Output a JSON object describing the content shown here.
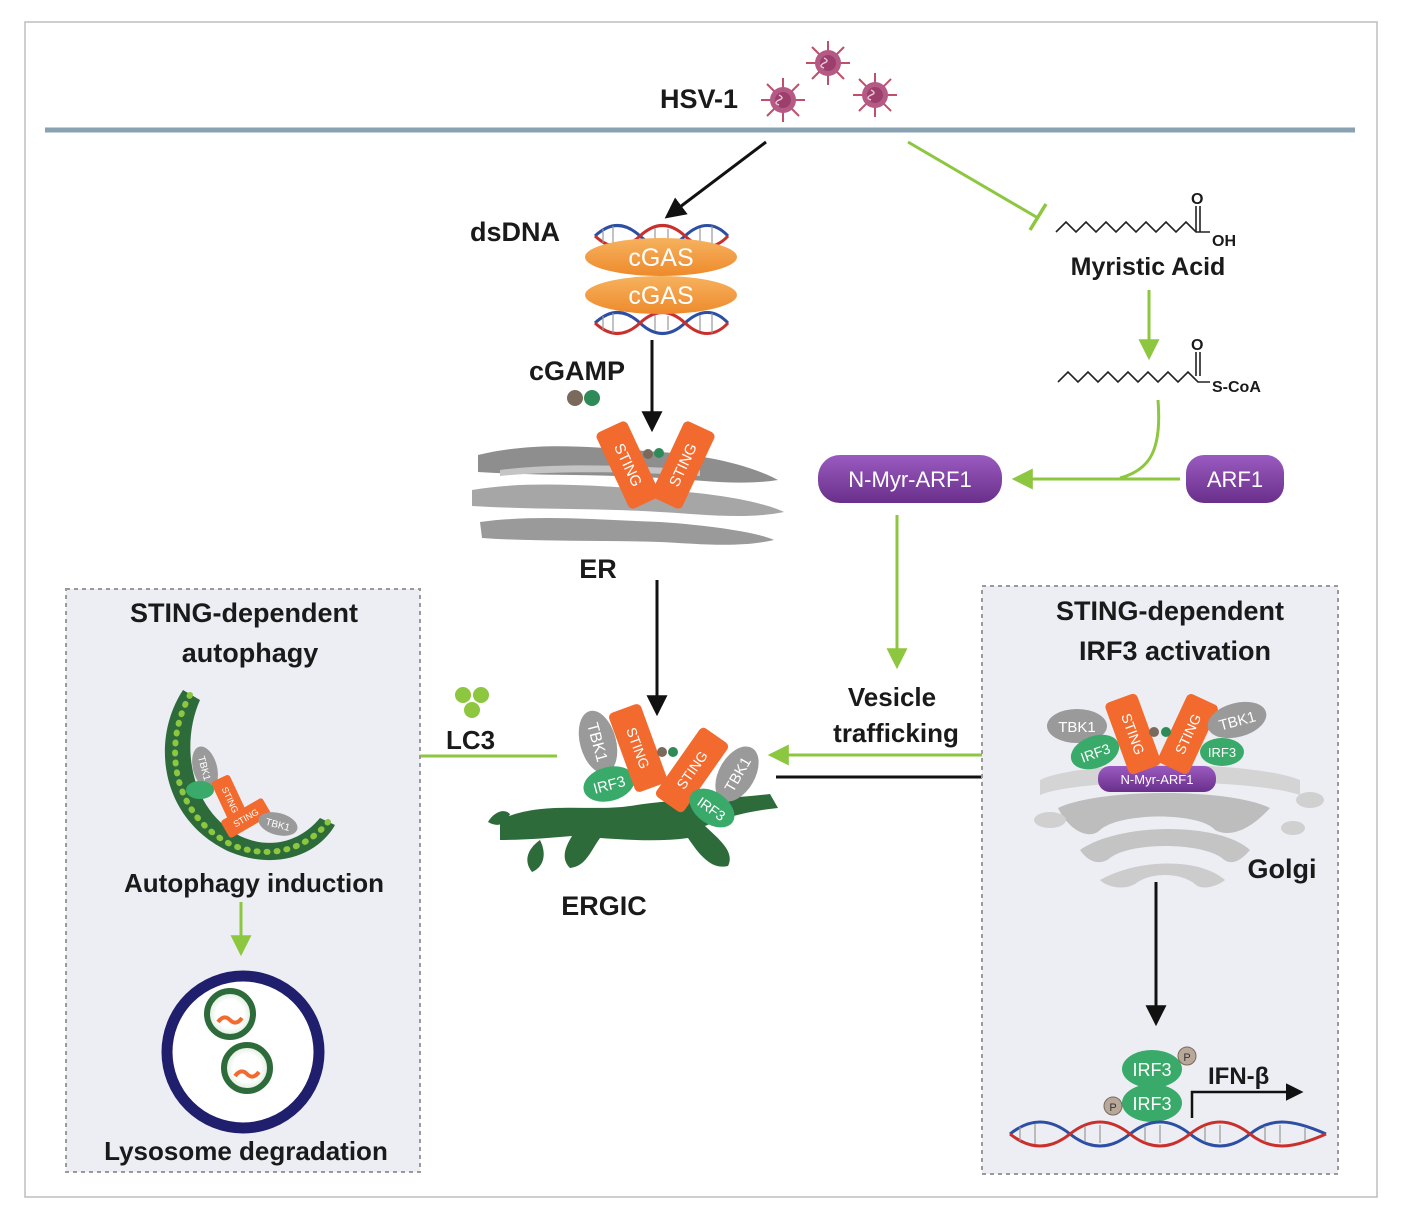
{
  "virus": {
    "label": "HSV-1"
  },
  "cgas_pathway": {
    "dsdna_label": "dsDNA",
    "cgas_top": "cGAS",
    "cgas_bottom": "cGAS",
    "cgamp_label": "cGAMP",
    "sting_label": "STING",
    "er_label": "ER",
    "ergic_label": "ERGIC"
  },
  "myristic": {
    "acid_label": "Myristic Acid",
    "oh_label": "OH",
    "o_label": "O",
    "scoa_label": "S-CoA",
    "o2_label": "O"
  },
  "arf": {
    "nmyr_label": "N-Myr-ARF1",
    "arf1_label": "ARF1",
    "vesicle_line1": "Vesicle",
    "vesicle_line2": "trafficking"
  },
  "ergic_complex": {
    "tbk1": "TBK1",
    "irf3": "IRF3",
    "sting": "STING"
  },
  "autophagy_panel": {
    "title_line1": "STING-dependent",
    "title_line2": "autophagy",
    "lc3_label": "LC3",
    "induction_label": "Autophagy induction",
    "lysosome_label": "Lysosome degradation"
  },
  "irf3_panel": {
    "title_line1": "STING-dependent",
    "title_line2": "IRF3 activation",
    "golgi_label": "Golgi",
    "nmyr_small": "N-Myr-ARF1",
    "tbk1": "TBK1",
    "irf3": "IRF3",
    "sting": "STING",
    "irf3_dimer_top": "IRF3",
    "irf3_dimer_bottom": "IRF3",
    "p_label": "P",
    "ifn_label": "IFN-β"
  },
  "colors": {
    "green_arrow": "#8dc63f",
    "black_arrow": "#111111",
    "membrane": "#8aa1b1",
    "sting_orange": "#f26a2e",
    "cgas_orange": "#f39c3f",
    "purple": "#7b3f9e",
    "dark_green": "#2e6b3a",
    "lysosome_navy": "#1f1f6e",
    "panel_bg": "#eceef3"
  }
}
